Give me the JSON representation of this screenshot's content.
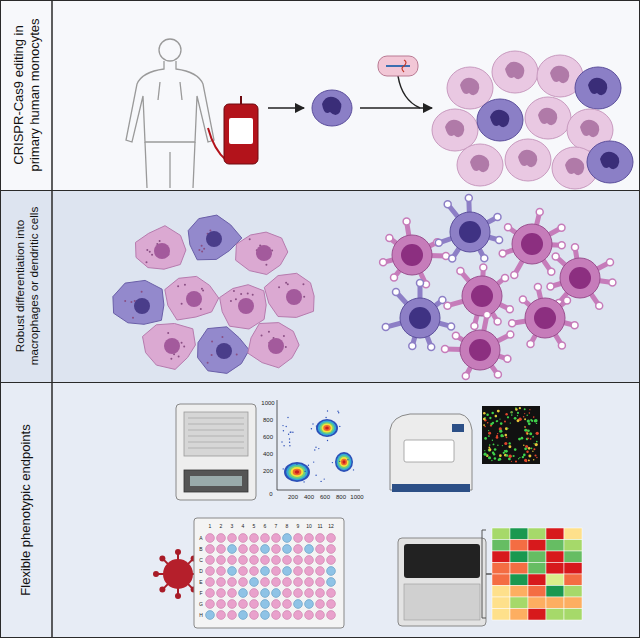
{
  "diagram": {
    "nodes": [
      {
        "text": [
          "CRISPR-Cas9 editing in primary human monocytes"
        ]
      },
      {
        "text": [
          "Robust differentiation into macrophages or dendritic cells"
        ]
      },
      {
        "text": [
          "Flexible phenotypic endpoints"
        ]
      }
    ],
    "labels": [
      "1000",
      "800",
      "600",
      "400",
      "200",
      "0",
      "200",
      "400",
      "600",
      "800",
      "1000",
      "1",
      "2",
      "3",
      "4",
      "5",
      "6",
      "7",
      "8",
      "9",
      "10",
      "11",
      "12",
      "A",
      "B",
      "C",
      "D",
      "E",
      "F",
      "G",
      "H"
    ]
  }
}
